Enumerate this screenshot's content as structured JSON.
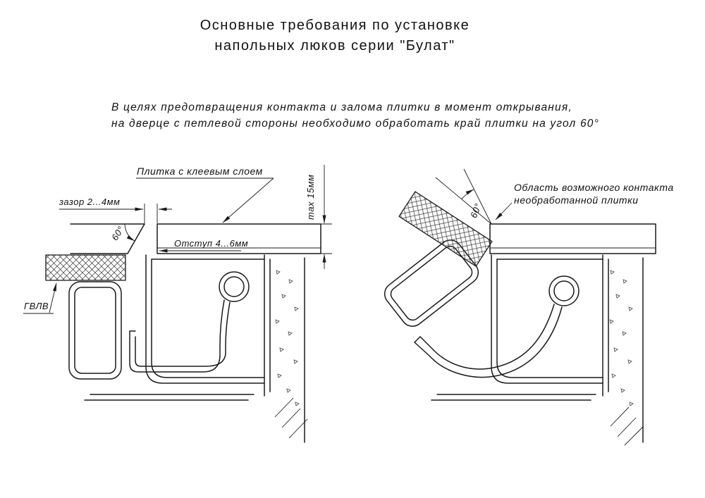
{
  "title": {
    "line1": "Основные требования по установке",
    "line2": "напольных люков серии \"Булат\""
  },
  "note": {
    "line1": "В целях предотвращения контакта и залома плитки в момент открывания,",
    "line2": "на дверце с петлевой стороны необходимо обработать край плитки на угол 60°"
  },
  "left_diagram": {
    "tile_label": "Плитка с клеевым слоем",
    "gap_label": "зазор 2...4мм",
    "angle_label": "60°",
    "offset_label": "Отступ 4...6мм",
    "board_label": "ГВЛВ",
    "thickness_label": "max 15мм"
  },
  "right_diagram": {
    "contact_line1": "Область возможного контакта",
    "contact_line2": "необработанной плитки",
    "angle_label": "60°"
  },
  "colors": {
    "line": "#1a1a1a",
    "text": "#111111",
    "background": "#ffffff"
  }
}
